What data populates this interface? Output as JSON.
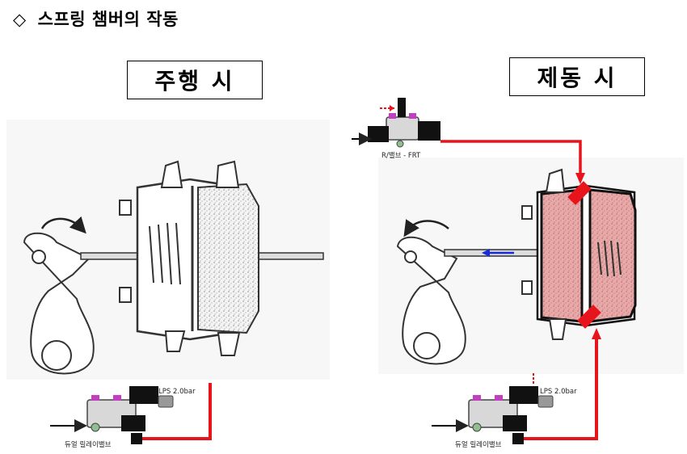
{
  "title": {
    "bullet": "◇",
    "text": "스프링 챔버의 작동"
  },
  "panels": {
    "drive": {
      "label": "주행 시"
    },
    "brake": {
      "label": "제동 시"
    }
  },
  "valves": {
    "relay_valve_label": "R/밸브 - FRT",
    "dual_relay_label": "듀얼 릴레이밸브",
    "lps_label": "LPS 2.0bar"
  },
  "colors": {
    "air_line": "#e8141b",
    "chamber_fill": "#e9a9a9",
    "direction_arrow": "#1a2bd8",
    "drawing_line": "#333333"
  }
}
